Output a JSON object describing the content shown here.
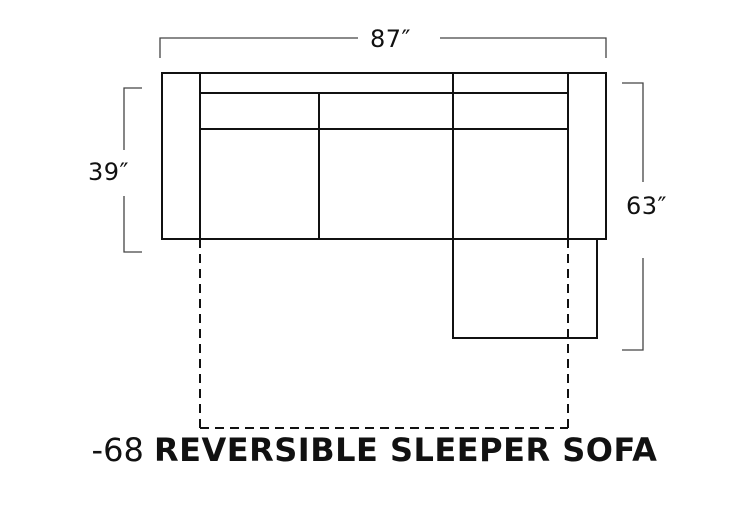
{
  "dimensions": {
    "width": "87″",
    "depth": "39″",
    "chaise_depth": "63″"
  },
  "caption": {
    "code": "-68",
    "name": "REVERSIBLE SLEEPER SOFA"
  },
  "colors": {
    "line": "#111111",
    "guide": "#444444",
    "background": "#ffffff"
  }
}
